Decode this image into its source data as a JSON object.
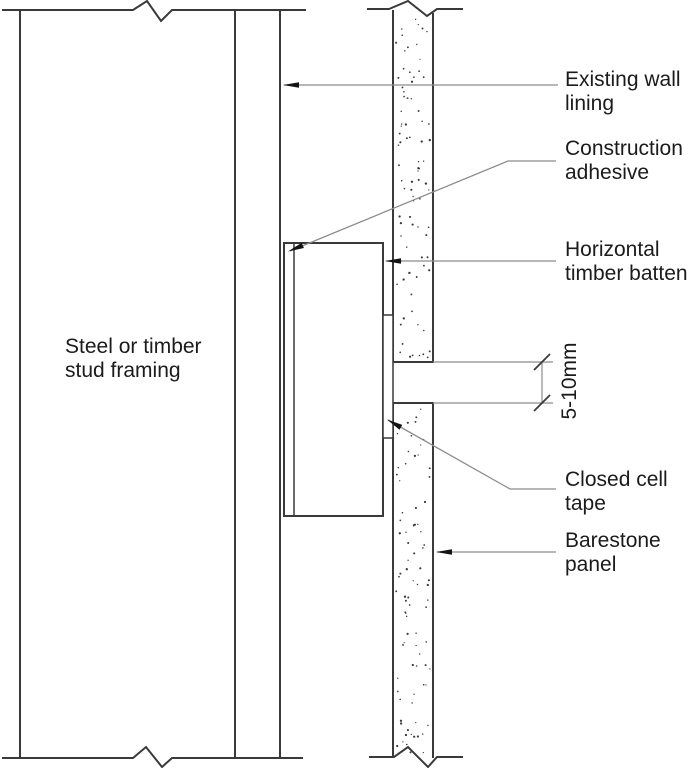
{
  "drawing": {
    "labels": {
      "stud_framing": "Steel or timber\nstud framing",
      "existing_wall_lining": "Existing wall\nlining",
      "construction_adhesive": "Construction\nadhesive",
      "horizontal_timber_batten": "Horizontal\ntimber batten",
      "dimension": "5-10mm",
      "closed_cell_tape": "Closed cell\ntape",
      "barestone_panel": "Barestone\npanel"
    },
    "colors": {
      "line": "#3a3a3a",
      "leader": "#8c8c8c",
      "arrow": "#141414",
      "stipple": "#3c3c3c",
      "background": "#ffffff",
      "text": "#1b1b1b"
    }
  }
}
